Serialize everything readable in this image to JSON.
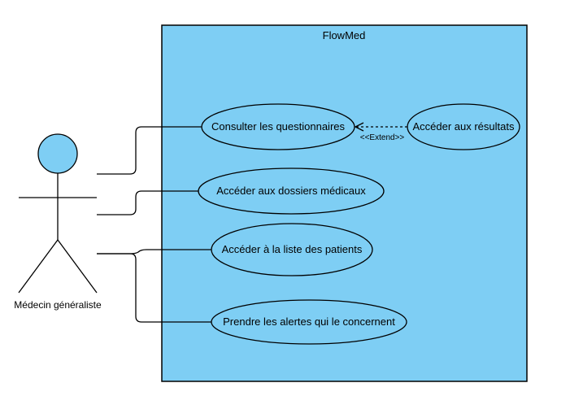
{
  "diagram": {
    "type": "use-case",
    "system": {
      "name": "FlowMed"
    },
    "actor": {
      "name": "Médecin généraliste"
    },
    "use_cases": [
      {
        "id": "uc1",
        "label": "Consulter les questionnaires"
      },
      {
        "id": "uc2",
        "label": "Accéder aux dossiers médicaux"
      },
      {
        "id": "uc3",
        "label": "Accéder à la liste des patients"
      },
      {
        "id": "uc4",
        "label": "Prendre les alertes qui le concernent"
      },
      {
        "id": "uc5",
        "label": "Accéder aux résultats"
      }
    ],
    "associations": [
      {
        "from": "actor",
        "to": "uc1"
      },
      {
        "from": "actor",
        "to": "uc2"
      },
      {
        "from": "actor",
        "to": "uc3"
      },
      {
        "from": "actor",
        "to": "uc4"
      }
    ],
    "extend": {
      "from": "uc5",
      "to": "uc1",
      "label": "<<Extend>>"
    },
    "colors": {
      "system_fill": "#7ECEF4",
      "actor_head_fill": "#7ECEF4",
      "use_case_fill": "#7ECEF4",
      "stroke": "#000000"
    }
  }
}
